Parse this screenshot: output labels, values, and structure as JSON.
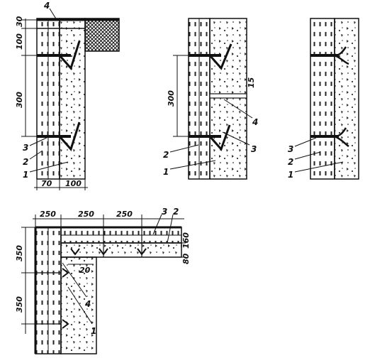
{
  "diagram_1": {
    "dimensions": {
      "top": "30",
      "upper": "100",
      "spacing": "300",
      "width_left": "70",
      "width_right": "100"
    },
    "labels": {
      "callout_top": "4",
      "callout_a": "3",
      "callout_b": "2",
      "callout_c": "1"
    }
  },
  "diagram_2": {
    "dimensions": {
      "spacing": "300",
      "gap": "15"
    },
    "labels": {
      "callout_gap": "4",
      "callout_anchor": "3",
      "callout_b": "2",
      "callout_c": "1"
    }
  },
  "diagram_3": {
    "labels": {
      "callout_a": "3",
      "callout_b": "2",
      "callout_c": "1"
    }
  },
  "diagram_4": {
    "dimensions": {
      "top_a": "250",
      "top_b": "250",
      "top_c": "250",
      "left_a": "350",
      "left_b": "350",
      "right_a": "160",
      "right_b": "80",
      "inner": "20"
    },
    "labels": {
      "callout_top_a": "3",
      "callout_top_b": "2",
      "callout_inner": "4",
      "callout_bottom": "1"
    }
  },
  "colors": {
    "ink": "#111111",
    "paper": "#ffffff"
  }
}
